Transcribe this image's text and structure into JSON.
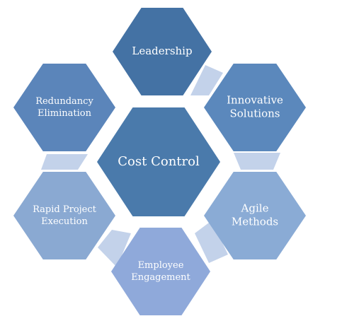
{
  "center": {
    "label": "Cost Control",
    "color": "#4a7aab"
  },
  "hexagons": [
    {
      "id": "leadership",
      "lines": [
        "Leadership"
      ],
      "color": "#4472a4"
    },
    {
      "id": "innovative-solutions",
      "lines": [
        "Innovative",
        "Solutions"
      ],
      "color": "#5b88bc"
    },
    {
      "id": "agile-methods",
      "lines": [
        "Agile",
        "Methods"
      ],
      "color": "#8aabd5"
    },
    {
      "id": "employee-engagement",
      "lines": [
        "Employee",
        "Engagement"
      ],
      "color": "#8fa9da"
    },
    {
      "id": "rapid-project-execution",
      "lines": [
        "Rapid Project",
        "Execution"
      ],
      "color": "#8aa9d2"
    },
    {
      "id": "redundancy-elimination",
      "lines": [
        "Redundancy",
        "Elimination"
      ],
      "color": "#5b85ba"
    }
  ],
  "connector_color": "#c3d2ea"
}
